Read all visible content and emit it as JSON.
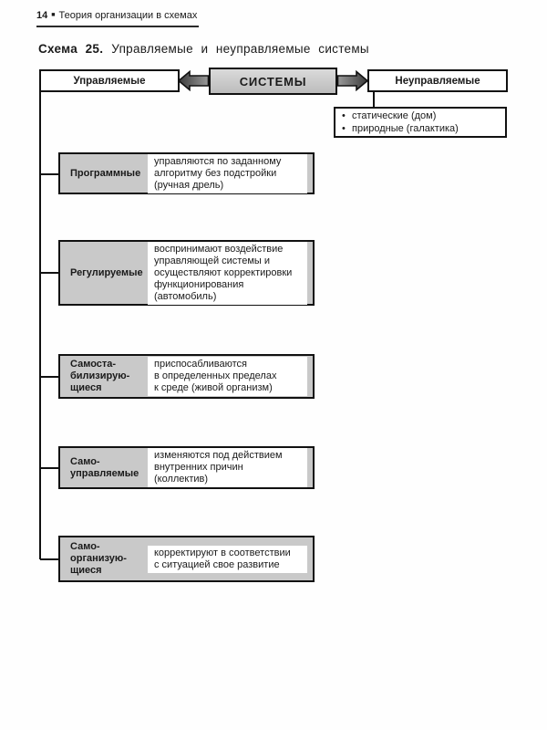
{
  "page": {
    "header": {
      "page_number": "14",
      "bullet_glyph": "■",
      "book_title": "Теория организации в схемах"
    },
    "title": {
      "label": "Схема 25.",
      "text": "Управляемые и неуправляемые системы"
    }
  },
  "diagram": {
    "center_label": "СИСТЕМЫ",
    "managed_label": "Управляемые",
    "unmanaged_label": "Неуправляемые",
    "bullet_glyph": "•",
    "unmanaged_examples": [
      "статические (дом)",
      "природные (галактика)"
    ],
    "managed_types": [
      {
        "label": "Программные",
        "desc": "управляются по заданному\nалгоритму без подстройки\n(ручная дрель)"
      },
      {
        "label": "Регулируемые",
        "desc": "воспринимают воздействие\nуправляющей системы и\nосуществляют корректировки\nфункционирования\n(автомобиль)"
      },
      {
        "label": "Самоста-\nбилизирую-\nщиеся",
        "desc": "приспосабливаются\nв определенных пределах\nк среде (живой организм)"
      },
      {
        "label": "Само-\nуправляемые",
        "desc": "изменяются под действием\nвнутренних причин\n(коллектив)"
      },
      {
        "label": "Само-\nорганизую-\nщиеся",
        "desc": "корректируют в соответствии\nс ситуацией свое развитие"
      }
    ]
  },
  "colors": {
    "page_background": "#fefefe",
    "box_fill_gray": "#c9c9c9",
    "border_black": "#111111",
    "arrow_light": "#9a9a9a",
    "arrow_dark": "#3a3a3a"
  }
}
